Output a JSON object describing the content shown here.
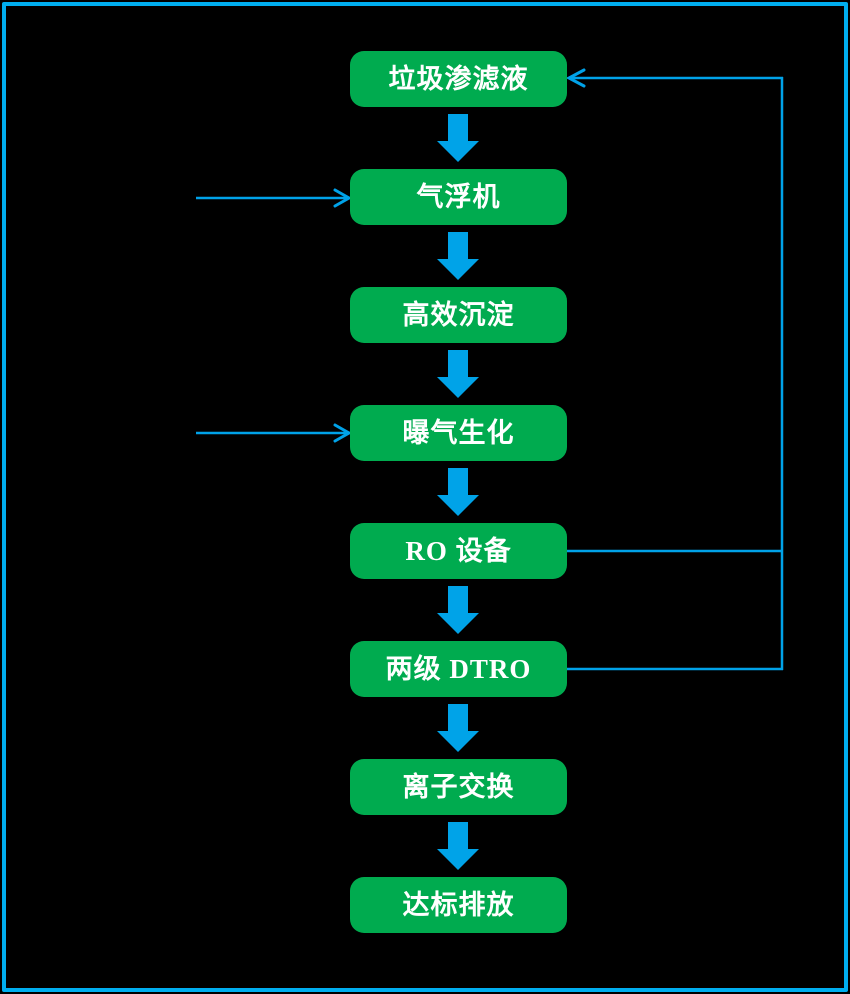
{
  "diagram": {
    "type": "flowchart",
    "background_color": "#000000",
    "frame_color": "#00aeef",
    "node_fill_color": "#00ab4f",
    "node_text_color": "#ffffff",
    "connector_color": "#00a2e8",
    "nodes": [
      {
        "id": "leachate",
        "label": "垃圾渗滤液"
      },
      {
        "id": "air-flotation",
        "label": "气浮机"
      },
      {
        "id": "high-efficiency-sedimentation",
        "label": "高效沉淀"
      },
      {
        "id": "aeration-biochemical",
        "label": "曝气生化"
      },
      {
        "id": "ro-equipment",
        "label": "RO 设备"
      },
      {
        "id": "two-stage-dtro",
        "label": "两级 DTRO"
      },
      {
        "id": "ion-exchange",
        "label": "离子交换"
      },
      {
        "id": "standard-discharge",
        "label": "达标排放"
      }
    ],
    "edges": [
      {
        "from": "leachate",
        "to": "air-flotation",
        "style": "block-arrow-down"
      },
      {
        "from": "air-flotation",
        "to": "high-efficiency-sedimentation",
        "style": "block-arrow-down"
      },
      {
        "from": "high-efficiency-sedimentation",
        "to": "aeration-biochemical",
        "style": "block-arrow-down"
      },
      {
        "from": "aeration-biochemical",
        "to": "ro-equipment",
        "style": "block-arrow-down"
      },
      {
        "from": "ro-equipment",
        "to": "two-stage-dtro",
        "style": "block-arrow-down"
      },
      {
        "from": "two-stage-dtro",
        "to": "ion-exchange",
        "style": "block-arrow-down"
      },
      {
        "from": "ion-exchange",
        "to": "standard-discharge",
        "style": "block-arrow-down"
      },
      {
        "from": "ro-equipment",
        "to": "leachate",
        "style": "thin-line-right-up-recycle"
      },
      {
        "from": "two-stage-dtro",
        "to": "leachate",
        "style": "thin-line-right-up-recycle"
      },
      {
        "from": "external-left",
        "to": "air-flotation",
        "style": "thin-arrow-right"
      },
      {
        "from": "external-left",
        "to": "aeration-biochemical",
        "style": "thin-arrow-right"
      }
    ]
  }
}
